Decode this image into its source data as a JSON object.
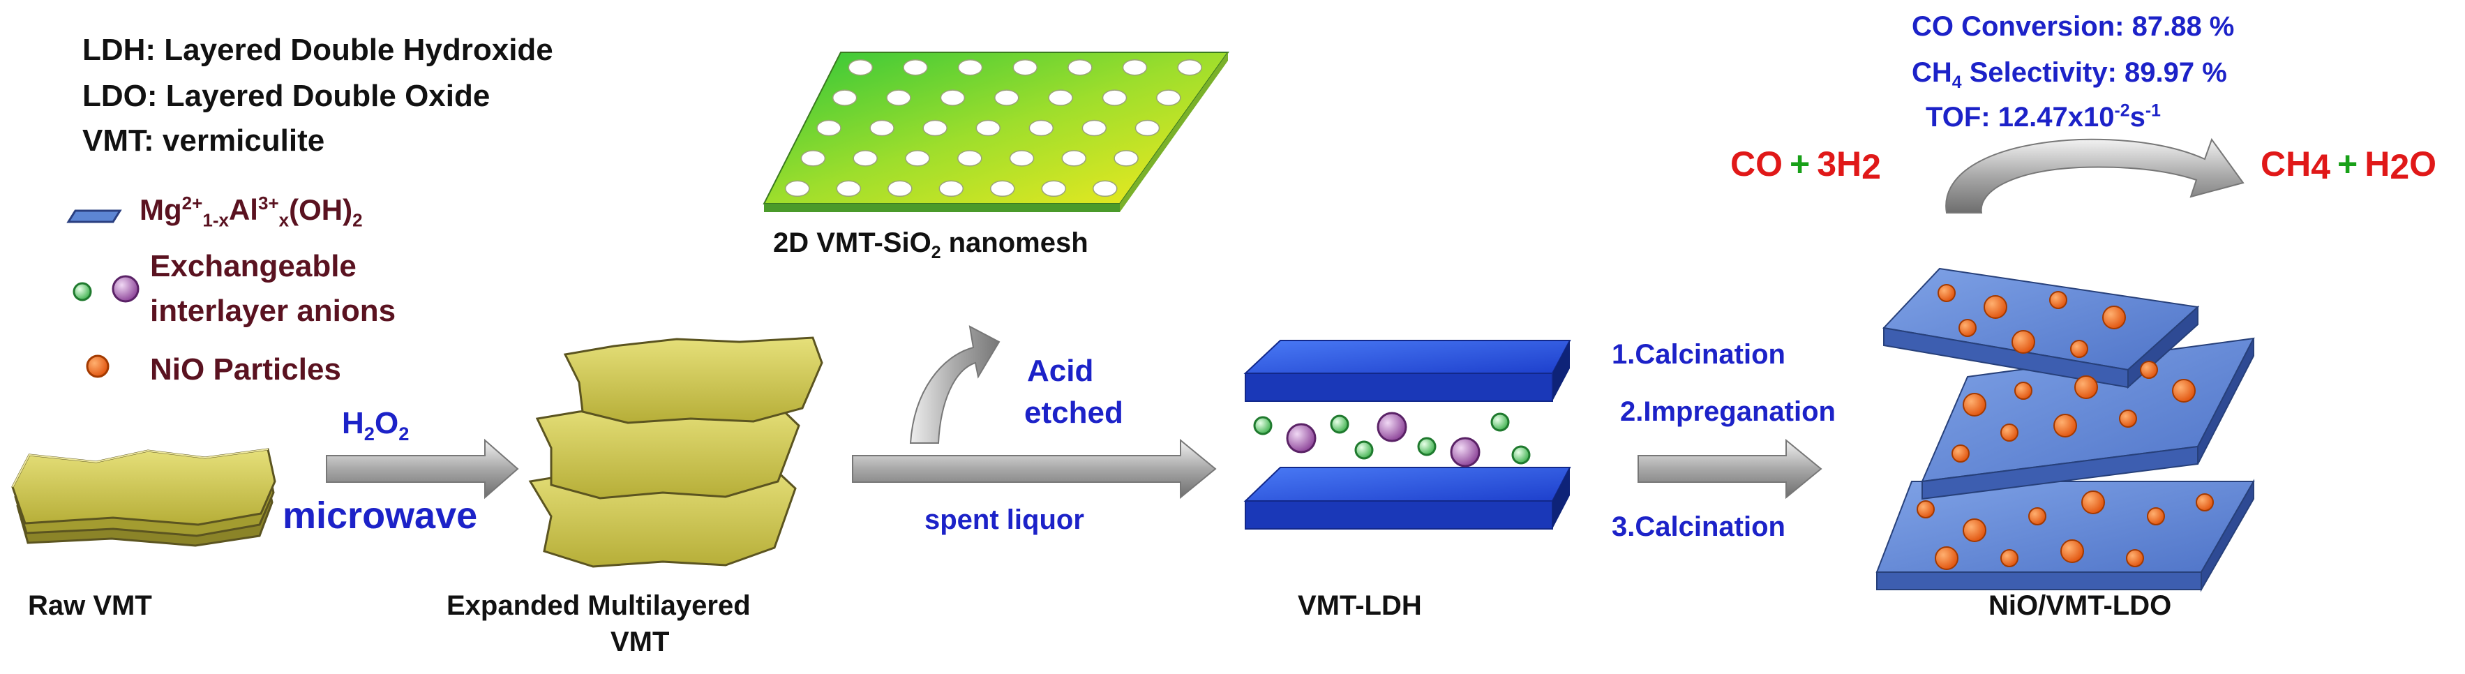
{
  "legend": {
    "ldh": "LDH: Layered Double Hydroxide",
    "ldo": "LDO: Layered Double Oxide",
    "vmt": "VMT: vermiculite",
    "layer_formula": {
      "base": "Mg",
      "sup1": "2+",
      "sub1": "1-x",
      "base2": "Al",
      "sup2": "3+",
      "sub2": "x",
      "tail": "(OH)",
      "sub3": "2"
    },
    "anions_line1": "Exchangeable",
    "anions_line2": "interlayer anions",
    "nio": "NiO Particles"
  },
  "stages": {
    "raw": "Raw VMT",
    "expanded_line1": "Expanded Multilayered",
    "expanded_line2": "VMT",
    "nanomesh": {
      "pre": "2D VMT-SiO",
      "sub": "2",
      "post": " nanomesh"
    },
    "ldh": "VMT-LDH",
    "ldo": "NiO/VMT-LDO"
  },
  "steps": {
    "h2o2": {
      "pre": "H",
      "sub1": "2",
      "mid": "O",
      "sub2": "2"
    },
    "microwave": "microwave",
    "acid_line1": "Acid",
    "acid_line2": "etched",
    "spent": "spent liquor",
    "calc1": "1.Calcination",
    "impreg": "2.Impreganation",
    "calc3": "3.Calcination"
  },
  "reaction": {
    "co": "CO",
    "plus1": "+",
    "h2": {
      "pre": "3H",
      "sub": "2"
    },
    "ch4": {
      "pre": "CH",
      "sub": "4"
    },
    "plus2": "+",
    "h2o": {
      "pre": "H",
      "sub": "2",
      "post": "O"
    }
  },
  "performance": {
    "conversion": "CO Conversion: 87.88 %",
    "selectivity": {
      "pre": "CH",
      "sub": "4",
      "post": " Selectivity: 89.97 %"
    },
    "tof": {
      "pre": "TOF: 12.47x10",
      "sup1": "-2",
      "mid": "s",
      "sup2": "-1"
    }
  },
  "colors": {
    "text_blue": "#1c22c8",
    "text_red": "#e01818",
    "text_green": "#18a018",
    "text_maroon": "#5a1220",
    "clay": "#c8c04a",
    "plate_blue": "#2c54e0",
    "ldo_blue": "#6b8fd8",
    "nio_orange": "#f06a1a",
    "anion_green": "#5cc85c",
    "anion_purple": "#a060b0"
  }
}
